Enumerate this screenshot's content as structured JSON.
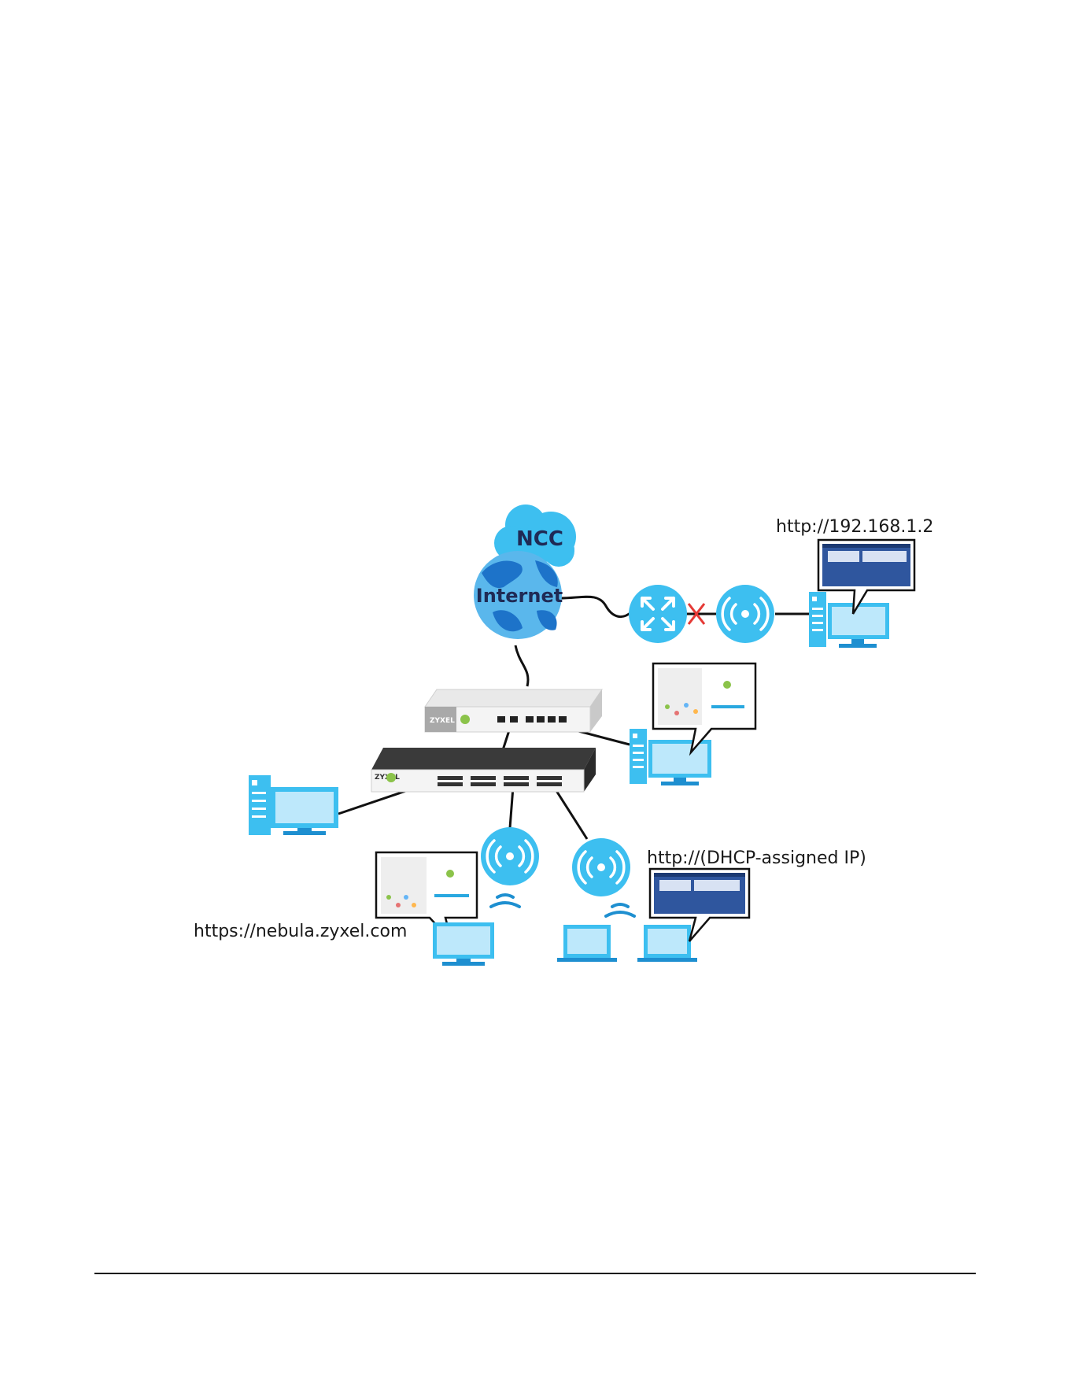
{
  "diagram": {
    "cloud_label": "NCC",
    "globe_label": "Internet",
    "urls": {
      "local_ip": "http://192.168.1.2",
      "dhcp_ip": "http://(DHCP-assigned IP)",
      "nebula": "https://nebula.zyxel.com"
    },
    "brand_label": "ZYXEL",
    "colors": {
      "device_blue": "#3dbff0",
      "device_dark_blue": "#1e8fd0",
      "globe_blue": "#5ab7ec",
      "land_blue": "#1d73c9",
      "screen_navy": "#2f569e",
      "cable": "#111111",
      "broken_link": "#e53935"
    }
  }
}
